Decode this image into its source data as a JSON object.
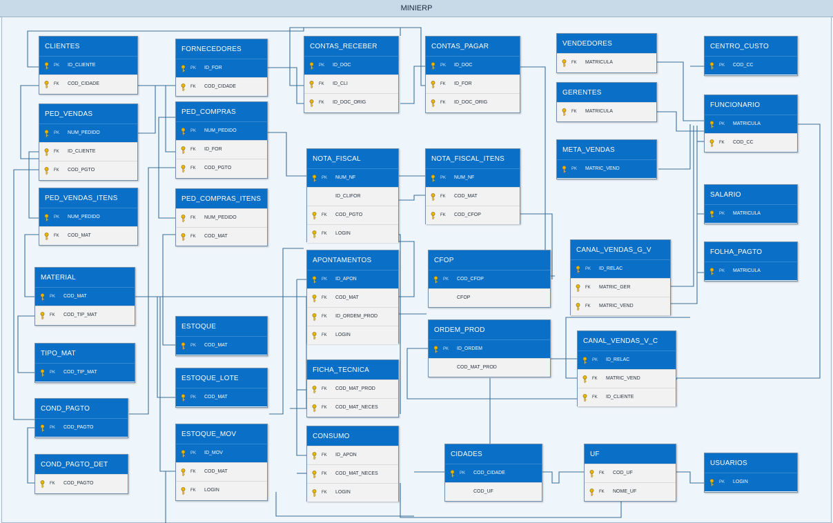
{
  "window": {
    "title": "MINIERP"
  },
  "tables": [
    {
      "id": "clientes",
      "name": "CLIENTES",
      "rows": [
        {
          "tag": "PK",
          "text": "ID_CLIENTE",
          "pk": true
        },
        {
          "tag": "FK",
          "text": "COD_CIDADE"
        }
      ]
    },
    {
      "id": "ped_vendas",
      "name": "PED_VENDAS",
      "rows": [
        {
          "tag": "PK",
          "text": "NUM_PEDIDO",
          "pk": true
        },
        {
          "tag": "FK",
          "text": "ID_CLIENTE"
        },
        {
          "tag": "FK",
          "text": "COD_PGTO"
        }
      ]
    },
    {
      "id": "ped_vendas_itens",
      "name": "PED_VENDAS_ITENS",
      "rows": [
        {
          "tag": "PK",
          "text": "NUM_PEDIDO",
          "pk": true
        },
        {
          "tag": "FK",
          "text": "COD_MAT"
        }
      ]
    },
    {
      "id": "material",
      "name": "MATERIAL",
      "rows": [
        {
          "tag": "PK",
          "text": "COD_MAT",
          "pk": true
        },
        {
          "tag": "FK",
          "text": "COD_TIP_MAT"
        }
      ]
    },
    {
      "id": "tipo_mat",
      "name": "TIPO_MAT",
      "rows": [
        {
          "tag": "PK",
          "text": "COD_TIP_MAT",
          "pk": true
        }
      ]
    },
    {
      "id": "cond_pagto",
      "name": "COND_PAGTO",
      "rows": [
        {
          "tag": "PK",
          "text": "COD_PAGTO",
          "pk": true
        }
      ]
    },
    {
      "id": "cond_pagto_det",
      "name": "COND_PAGTO_DET",
      "rows": [
        {
          "tag": "FK",
          "text": "COD_PAGTO"
        }
      ]
    },
    {
      "id": "fornecedores",
      "name": "FORNECEDORES",
      "rows": [
        {
          "tag": "PK",
          "text": "ID_FOR",
          "pk": true
        },
        {
          "tag": "FK",
          "text": "COD_CIDADE"
        }
      ]
    },
    {
      "id": "ped_compras",
      "name": "PED_COMPRAS",
      "rows": [
        {
          "tag": "PK",
          "text": "NUM_PEDIDO",
          "pk": true
        },
        {
          "tag": "FK",
          "text": "ID_FOR"
        },
        {
          "tag": "FK",
          "text": "COD_PGTO"
        }
      ]
    },
    {
      "id": "ped_compras_itens",
      "name": "PED_COMPRAS_ITENS",
      "rows": [
        {
          "tag": "FK",
          "text": "NUM_PEDIDO"
        },
        {
          "tag": "FK",
          "text": "COD_MAT"
        }
      ]
    },
    {
      "id": "estoque",
      "name": "ESTOQUE",
      "rows": [
        {
          "tag": "PK",
          "text": "COD_MAT",
          "pk": true
        }
      ]
    },
    {
      "id": "estoque_lote",
      "name": "ESTOQUE_LOTE",
      "rows": [
        {
          "tag": "PK",
          "text": "COD_MAT",
          "pk": true
        }
      ]
    },
    {
      "id": "estoque_mov",
      "name": "ESTOQUE_MOV",
      "rows": [
        {
          "tag": "PK",
          "text": "ID_MOV",
          "pk": true
        },
        {
          "tag": "FK",
          "text": "COD_MAT"
        },
        {
          "tag": "FK",
          "text": "LOGIN"
        }
      ]
    },
    {
      "id": "contas_receber",
      "name": "CONTAS_RECEBER",
      "rows": [
        {
          "tag": "PK",
          "text": "ID_DOC",
          "pk": true
        },
        {
          "tag": "FK",
          "text": "ID_CLI"
        },
        {
          "tag": "FK",
          "text": "ID_DOC_ORIG"
        }
      ]
    },
    {
      "id": "nota_fiscal",
      "name": "NOTA_FISCAL",
      "rows": [
        {
          "tag": "PK",
          "text": "NUM_NF",
          "pk": true
        },
        {
          "tag": "",
          "text": "ID_CLIFOR"
        },
        {
          "tag": "FK",
          "text": "COD_PGTO"
        },
        {
          "tag": "FK",
          "text": "LOGIN"
        }
      ]
    },
    {
      "id": "apontamentos",
      "name": "APONTAMENTOS",
      "rows": [
        {
          "tag": "PK",
          "text": "ID_APON",
          "pk": true
        },
        {
          "tag": "FK",
          "text": "COD_MAT"
        },
        {
          "tag": "FK",
          "text": "ID_ORDEM_PROD"
        },
        {
          "tag": "FK",
          "text": "LOGIN"
        }
      ]
    },
    {
      "id": "ficha_tecnica",
      "name": "FICHA_TECNICA",
      "rows": [
        {
          "tag": "FK",
          "text": "COD_MAT_PROD"
        },
        {
          "tag": "FK",
          "text": "COD_MAT_NECES"
        }
      ]
    },
    {
      "id": "consumo",
      "name": "CONSUMO",
      "rows": [
        {
          "tag": "FK",
          "text": "ID_APON"
        },
        {
          "tag": "FK",
          "text": "COD_MAT_NECES"
        },
        {
          "tag": "FK",
          "text": "LOGIN"
        }
      ]
    },
    {
      "id": "contas_pagar",
      "name": "CONTAS_PAGAR",
      "rows": [
        {
          "tag": "PK",
          "text": "ID_DOC",
          "pk": true
        },
        {
          "tag": "FK",
          "text": "ID_FOR"
        },
        {
          "tag": "FK",
          "text": "ID_DOC_ORIG"
        }
      ]
    },
    {
      "id": "nota_fiscal_itens",
      "name": "NOTA_FISCAL_ITENS",
      "rows": [
        {
          "tag": "PK",
          "text": "NUM_NF",
          "pk": true
        },
        {
          "tag": "FK",
          "text": "COD_MAT"
        },
        {
          "tag": "FK",
          "text": "COD_CFOP"
        }
      ]
    },
    {
      "id": "cfop",
      "name": "CFOP",
      "rows": [
        {
          "tag": "PK",
          "text": "COD_CFOP",
          "pk": true
        },
        {
          "tag": "",
          "text": "CFOP"
        }
      ]
    },
    {
      "id": "ordem_prod",
      "name": "ORDEM_PROD",
      "rows": [
        {
          "tag": "PK",
          "text": "ID_ORDEM",
          "pk": true
        },
        {
          "tag": "",
          "text": "COD_MAT_PROD"
        }
      ]
    },
    {
      "id": "cidades",
      "name": "CIDADES",
      "rows": [
        {
          "tag": "PK",
          "text": "COD_CIDADE",
          "pk": true
        },
        {
          "tag": "",
          "text": "COD_UF"
        }
      ]
    },
    {
      "id": "vendedores",
      "name": "VENDEDORES",
      "rows": [
        {
          "tag": "FK",
          "text": "MATRICULA"
        }
      ]
    },
    {
      "id": "gerentes",
      "name": "GERENTES",
      "rows": [
        {
          "tag": "FK",
          "text": "MATRICULA"
        }
      ]
    },
    {
      "id": "meta_vendas",
      "name": "META_VENDAS",
      "rows": [
        {
          "tag": "PK",
          "text": "MATRIC_VEND",
          "pk": true
        }
      ]
    },
    {
      "id": "canal_vendas_g_v",
      "name": "CANAL_VENDAS_G_V",
      "rows": [
        {
          "tag": "PK",
          "text": "ID_RELAC",
          "pk": true
        },
        {
          "tag": "FK",
          "text": "MATRIC_GER"
        },
        {
          "tag": "FK",
          "text": "MATRIC_VEND"
        }
      ]
    },
    {
      "id": "canal_vendas_v_c",
      "name": "CANAL_VENDAS_V_C",
      "rows": [
        {
          "tag": "PK",
          "text": "ID_RELAC",
          "pk": true
        },
        {
          "tag": "FK",
          "text": "MATRIC_VEND"
        },
        {
          "tag": "FK",
          "text": "ID_CLIENTE"
        }
      ]
    },
    {
      "id": "uf",
      "name": "UF",
      "rows": [
        {
          "tag": "FK",
          "text": "COD_UF"
        },
        {
          "tag": "FK",
          "text": "NOME_UF"
        }
      ]
    },
    {
      "id": "centro_custo",
      "name": "CENTRO_CUSTO",
      "rows": [
        {
          "tag": "PK",
          "text": "COD_CC",
          "pk": true
        }
      ]
    },
    {
      "id": "funcionario",
      "name": "FUNCIONARIO",
      "rows": [
        {
          "tag": "PK",
          "text": "MATRICULA",
          "pk": true
        },
        {
          "tag": "FK",
          "text": "COD_CC"
        }
      ]
    },
    {
      "id": "salario",
      "name": "SALARIO",
      "rows": [
        {
          "tag": "PK",
          "text": "MATRICULA",
          "pk": true
        }
      ]
    },
    {
      "id": "folha_pagto",
      "name": "FOLHA_PAGTO",
      "rows": [
        {
          "tag": "PK",
          "text": "MATRICULA",
          "pk": true
        }
      ]
    },
    {
      "id": "usuarios",
      "name": "USUARIOS",
      "rows": [
        {
          "tag": "PK",
          "text": "LOGIN",
          "pk": true
        }
      ]
    }
  ]
}
